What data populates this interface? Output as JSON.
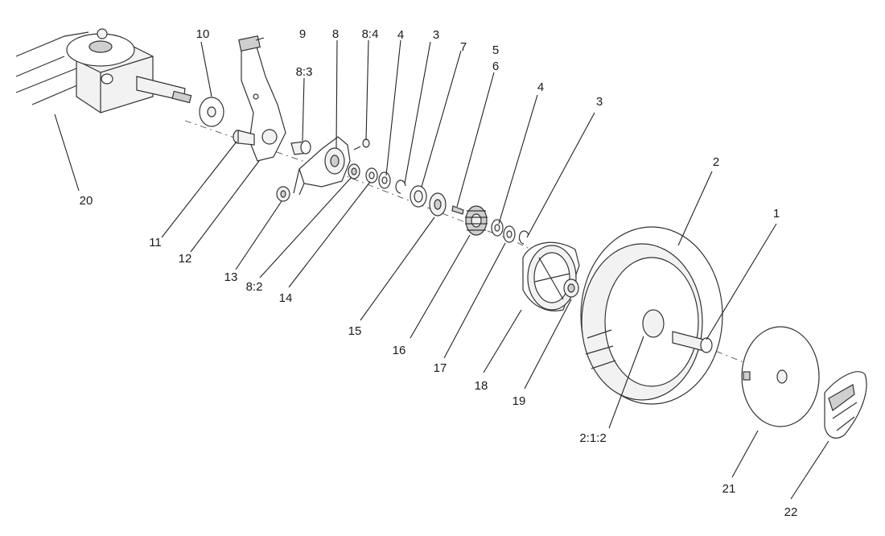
{
  "callouts": [
    {
      "id": "c1",
      "text": "1"
    },
    {
      "id": "c2",
      "text": "2"
    },
    {
      "id": "c212",
      "text": "2:1:2"
    },
    {
      "id": "c3a",
      "text": "3"
    },
    {
      "id": "c3b",
      "text": "3"
    },
    {
      "id": "c4a",
      "text": "4"
    },
    {
      "id": "c4b",
      "text": "4"
    },
    {
      "id": "c5",
      "text": "5"
    },
    {
      "id": "c6",
      "text": "6"
    },
    {
      "id": "c7",
      "text": "7"
    },
    {
      "id": "c8",
      "text": "8"
    },
    {
      "id": "c82",
      "text": "8:2"
    },
    {
      "id": "c83",
      "text": "8:3"
    },
    {
      "id": "c84",
      "text": "8:4"
    },
    {
      "id": "c9",
      "text": "9"
    },
    {
      "id": "c10",
      "text": "10"
    },
    {
      "id": "c11",
      "text": "11"
    },
    {
      "id": "c12",
      "text": "12"
    },
    {
      "id": "c13",
      "text": "13"
    },
    {
      "id": "c14",
      "text": "14"
    },
    {
      "id": "c15",
      "text": "15"
    },
    {
      "id": "c16",
      "text": "16"
    },
    {
      "id": "c17",
      "text": "17"
    },
    {
      "id": "c18",
      "text": "18"
    },
    {
      "id": "c19",
      "text": "19"
    },
    {
      "id": "c20",
      "text": "20"
    },
    {
      "id": "c21",
      "text": "21"
    },
    {
      "id": "c22",
      "text": "22"
    }
  ]
}
